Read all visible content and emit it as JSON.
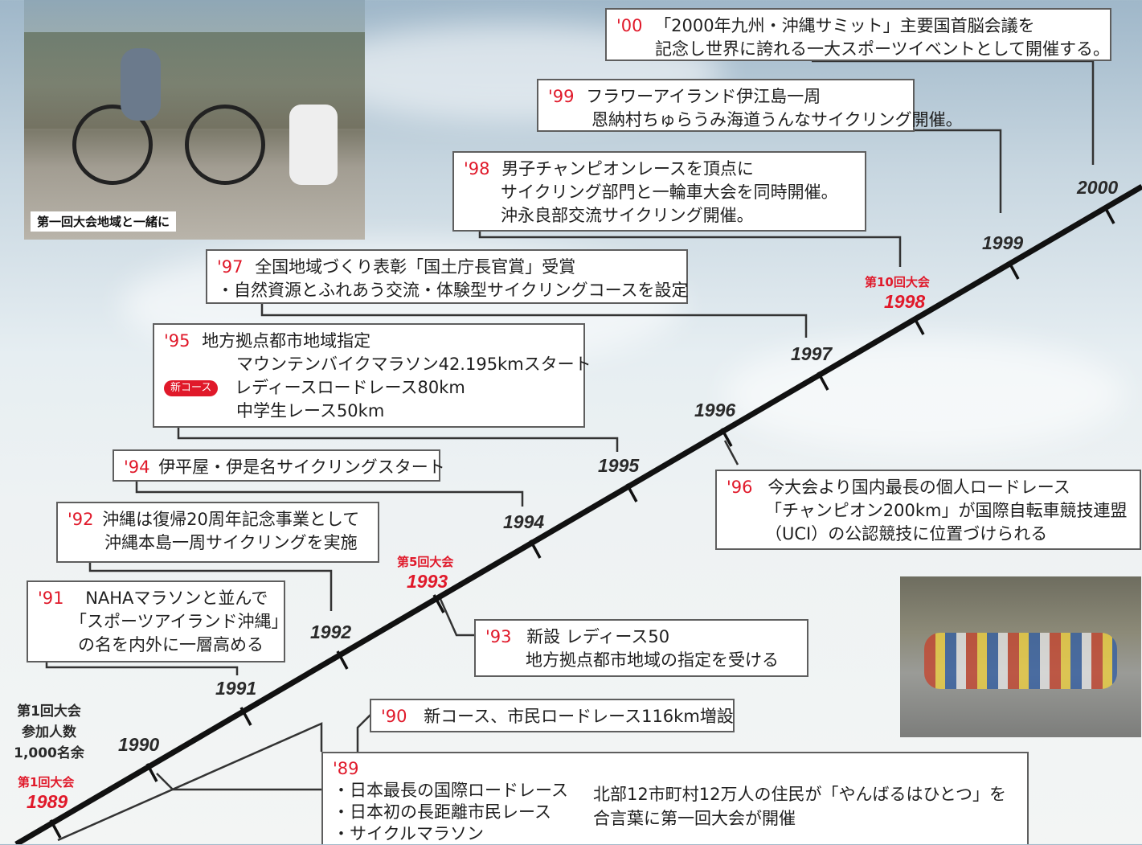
{
  "boxes": {
    "e00": {
      "year": "'00",
      "line1": "「2000年九州・沖縄サミット」主要国首脳会議を",
      "line2": "記念し世界に誇れる一大スポーツイベントとして開催する。"
    },
    "e99": {
      "year": "'99",
      "line1": "フラワーアイランド伊江島一周",
      "line2": "恩納村ちゅらうみ海道うんなサイクリング開催。"
    },
    "e98": {
      "year": "'98",
      "line1": "男子チャンピオンレースを頂点に",
      "line2": "サイクリング部門と一輪車大会を同時開催。",
      "line3": "沖永良部交流サイクリング開催。"
    },
    "e97": {
      "year": "'97",
      "line1": "全国地域づくり表彰「国土庁長官賞」受賞",
      "line2": "・自然資源とふれあう交流・体験型サイクリングコースを設定"
    },
    "e95": {
      "year": "'95",
      "line1": "地方拠点都市地域指定",
      "badge": "新コース",
      "line2": "マウンテンバイクマラソン42.195kmスタート",
      "line3": "レディースロードレース80km",
      "line4": "中学生レース50km"
    },
    "e94": {
      "year": "'94",
      "line1": "伊平屋・伊是名サイクリングスタート"
    },
    "e92": {
      "year": "'92",
      "line1": "沖縄は復帰20周年記念事業として",
      "line2": "沖縄本島一周サイクリングを実施"
    },
    "e91": {
      "year": "'91",
      "line1": "NAHAマラソンと並んで",
      "line2": "「スポーツアイランド沖縄」",
      "line3": "の名を内外に一層高める"
    },
    "e96": {
      "year": "'96",
      "line1": "今大会より国内最長の個人ロードレース",
      "line2": "「チャンピオン200km」が国際自転車競技連盟",
      "line3": "（UCI）の公認競技に位置づけられる"
    },
    "e93": {
      "year": "'93",
      "line1": "新設 レディース50",
      "line2": "地方拠点都市地域の指定を受ける"
    },
    "e90": {
      "year": "'90",
      "line1": "新コース、市民ロードレース116km増設"
    },
    "e89": {
      "year": "'89",
      "item1": "・日本最長の国際ロードレース",
      "item2": "・日本初の長距離市民レース",
      "item3": "・サイクルマラソン",
      "note1": "北部12市町村12万人の住民が「やんばるはひとつ」を",
      "note2": "合言葉に第一回大会が開催"
    }
  },
  "years": [
    "1990",
    "1991",
    "1992",
    "1994",
    "1995",
    "1996",
    "1997",
    "1999",
    "2000"
  ],
  "red_years": {
    "y1989": "1989",
    "y1993": "1993",
    "y1998": "1998"
  },
  "event_labels": {
    "t1": "第1回大会",
    "t5": "第5回大会",
    "t10": "第10回大会"
  },
  "stat": {
    "line1": "第1回大会",
    "line2": "参加人数",
    "line3": "1,000名余"
  },
  "photo_top_caption": "第一回大会地域と一緒に",
  "colors": {
    "accent_red": "#e0192a",
    "timeline": "#111111",
    "connector": "#333333"
  }
}
